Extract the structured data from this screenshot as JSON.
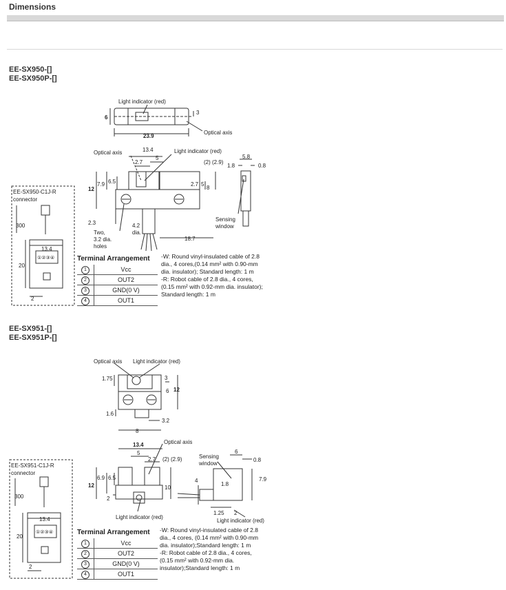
{
  "header": {
    "title": "Dimensions"
  },
  "sections": [
    {
      "models": [
        "EE-SX950-[]",
        "EE-SX950P-[]"
      ],
      "connector_label": [
        "EE-SX950-C1J-R",
        "connector"
      ],
      "top_view": {
        "label_light": "Light indicator (red)",
        "label_optical": "Optical axis",
        "dims": [
          "6",
          "3",
          "23.9"
        ]
      },
      "front_view": {
        "label_optical": "Optical axis",
        "label_light": "Light indicator (red)",
        "dims": [
          "13.4",
          "2.7",
          "5",
          "(2) (2.9)",
          "12",
          "7.9",
          "6.5",
          "2.7",
          "5",
          "8",
          "2.3",
          "4.2",
          "dia.",
          "18.7"
        ],
        "holes": [
          "Two,",
          "3.2 dia.",
          "holes"
        ]
      },
      "side_view": {
        "dims": [
          "5.8",
          "1.8",
          "0.8"
        ],
        "label": [
          "Sensing",
          "window"
        ]
      },
      "connector_dims": [
        "300",
        "13.4",
        "20",
        "2"
      ],
      "terminal_title": "Terminal Arrangement",
      "terminals": [
        {
          "num": "1",
          "signal": "Vcc"
        },
        {
          "num": "2",
          "signal": "OUT2"
        },
        {
          "num": "3",
          "signal": "GND(0 V)"
        },
        {
          "num": "4",
          "signal": "OUT1"
        }
      ],
      "notes": [
        "-W: Round vinyl-insulated cable of 2.8",
        "dia., 4 cores,(0.14 mm² with 0.90-mm",
        "dia. insulator); Standard length: 1 m",
        "-R: Robot cable of 2.8 dia., 4 cores,",
        "(0.15 mm² with 0.92-mm dia. insulator);",
        "Standard length: 1 m"
      ]
    },
    {
      "models": [
        "EE-SX951-[]",
        "EE-SX951P-[]"
      ],
      "connector_label": [
        "EE-SX951-C1J-R",
        "connector"
      ],
      "top_view": {
        "label_optical": "Optical axis",
        "label_light": "Light indicator (red)",
        "dims": [
          "1.75",
          "3",
          "6",
          "12",
          "1.6",
          "3.2",
          "8"
        ]
      },
      "front_view": {
        "label_optical": "Optical axis",
        "label_light": "Light indicator (red)",
        "dims": [
          "13.4",
          "5",
          "2.7",
          "(2) (2.9)",
          "12",
          "6.9",
          "6.5",
          "2",
          "10"
        ]
      },
      "side_view": {
        "label": [
          "Sensing",
          "window"
        ],
        "dims": [
          "6",
          "0.8",
          "4",
          "1.8",
          "7.9",
          "1.25",
          "2"
        ],
        "label_light": "Light indicator (red)"
      },
      "connector_dims": [
        "300",
        "13.4",
        "20",
        "2"
      ],
      "terminal_title": "Terminal Arrangement",
      "terminals": [
        {
          "num": "1",
          "signal": "Vcc"
        },
        {
          "num": "2",
          "signal": "OUT2"
        },
        {
          "num": "3",
          "signal": "GND(0 V)"
        },
        {
          "num": "4",
          "signal": "OUT1"
        }
      ],
      "notes": [
        "-W: Round vinyl-insulated cable of 2.8",
        "dia., 4 cores, (0.14 mm² with 0.90-mm",
        "dia. insulator);Standard length: 1 m",
        "-R: Robot cable of 2.8 dia., 4 cores,",
        "(0.15 mm² with 0.92-mm dia.",
        "insulator);Standard length: 1 m"
      ]
    }
  ]
}
